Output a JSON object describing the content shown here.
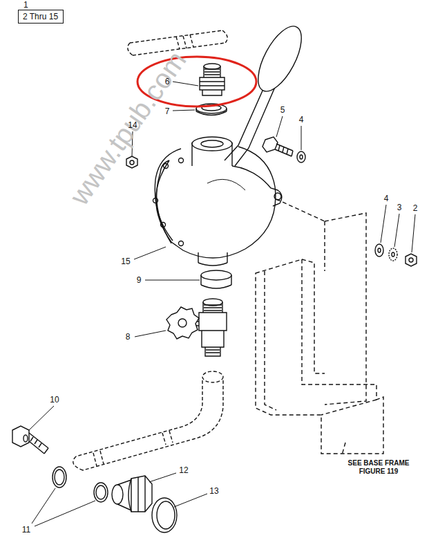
{
  "diagram": {
    "nodes": [
      {
        "text": [
          "1",
          "2 Thru 15"
        ]
      }
    ],
    "edges": [],
    "labels": [
      "www.tpub.com",
      "6",
      "7",
      "5",
      "4",
      "14",
      "4",
      "3",
      "2",
      "15",
      "9",
      "8",
      "10",
      "12",
      "13",
      "11",
      "SEE BASE FRAME FIGURE 119"
    ]
  }
}
